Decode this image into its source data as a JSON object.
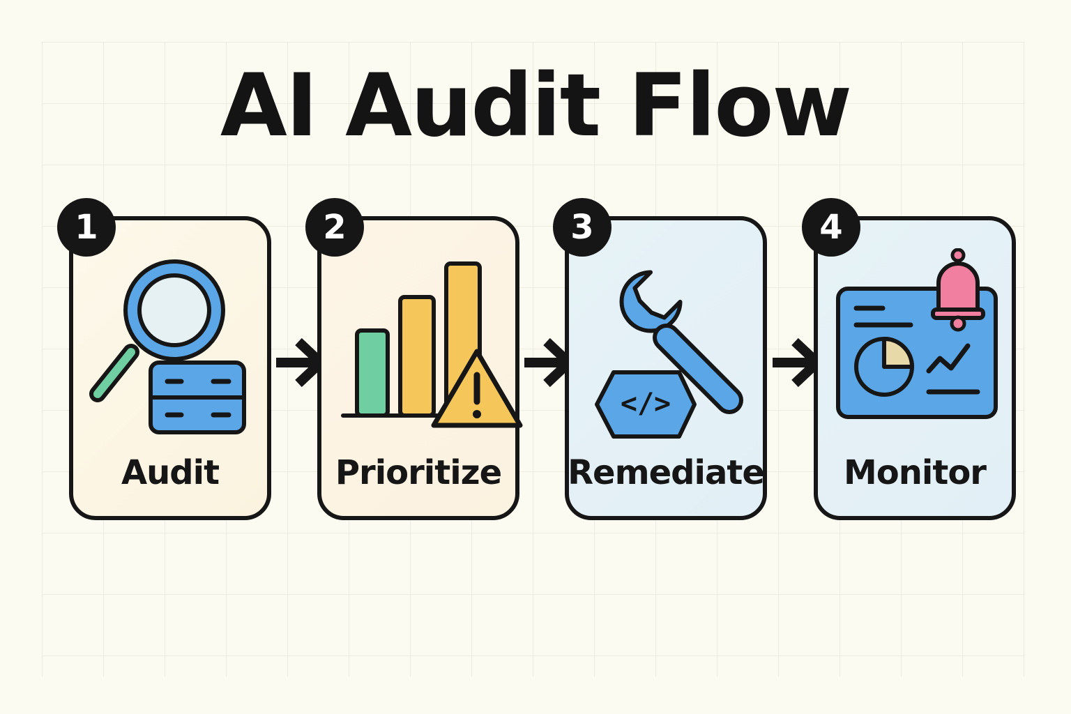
{
  "title": "AI Audit Flow",
  "colors": {
    "background": "#fcfbf1",
    "outline": "#161616",
    "blue": "#5aa6e6",
    "green": "#6fcfa2",
    "yellow": "#f5c75a",
    "pink": "#f07fa0",
    "card_warm": "#fbf4e3",
    "card_cool": "#e4f0f7"
  },
  "steps": [
    {
      "number": "1",
      "label": "Audit",
      "icon": "magnifier-database-icon"
    },
    {
      "number": "2",
      "label": "Prioritize",
      "icon": "bar-chart-warning-icon"
    },
    {
      "number": "3",
      "label": "Remediate",
      "icon": "wrench-code-icon"
    },
    {
      "number": "4",
      "label": "Monitor",
      "icon": "dashboard-bell-icon"
    }
  ],
  "code_glyph": "</>"
}
